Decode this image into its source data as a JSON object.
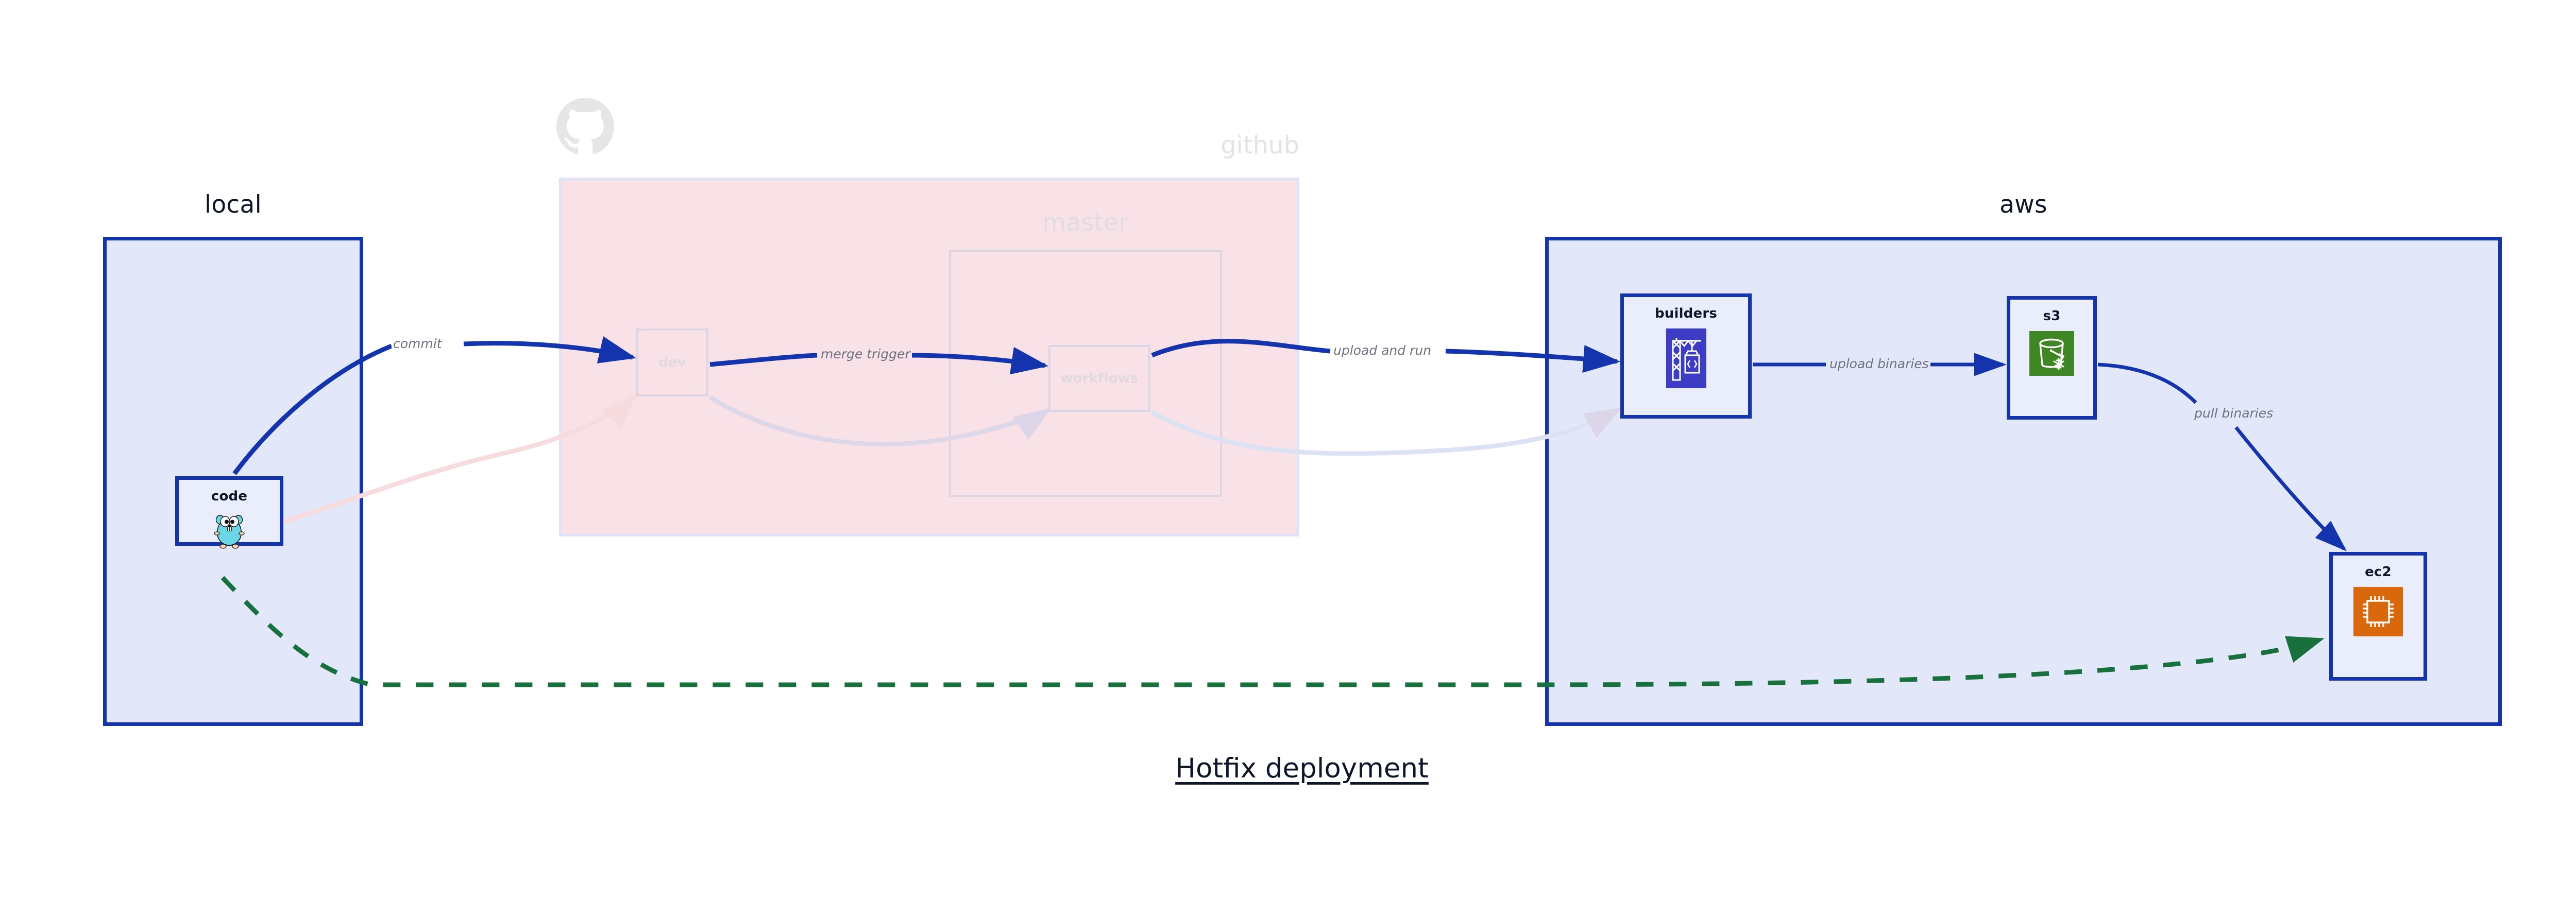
{
  "diagram": {
    "title": "Hotfix deployment",
    "colors": {
      "edge_blue": "#1434ad",
      "container_blue_fill": "#e2e7fa",
      "node_fill": "#eaeefc",
      "github_pink_fill": "#f8e2e7",
      "ghost_grey": "#ded7e3",
      "dashed_green": "#18713c",
      "label_grey": "#6e7180",
      "aws_builders_icon": "#3c3cc4",
      "aws_s3_icon": "#3f8624",
      "aws_ec2_icon": "#d9680d",
      "gopher_teal": "#6ad7e5"
    }
  },
  "clusters": [
    {
      "id": "local",
      "label": "local",
      "style": "solid"
    },
    {
      "id": "github",
      "label": "github",
      "style": "faded"
    },
    {
      "id": "master",
      "label": "master",
      "style": "faded"
    },
    {
      "id": "aws",
      "label": "aws",
      "style": "solid"
    }
  ],
  "nodes": [
    {
      "id": "code",
      "label": "code",
      "icon": "go-gopher-icon",
      "cluster": "local",
      "style": "solid"
    },
    {
      "id": "dev",
      "label": "dev",
      "icon": "none",
      "cluster": "github",
      "style": "faded"
    },
    {
      "id": "workflows",
      "label": "workflows",
      "icon": "none",
      "cluster": "master",
      "style": "faded"
    },
    {
      "id": "builders",
      "label": "builders",
      "icon": "aws-codebuild-icon",
      "cluster": "aws",
      "style": "solid"
    },
    {
      "id": "s3",
      "label": "s3",
      "icon": "aws-s3-glacier-icon",
      "cluster": "aws",
      "style": "solid"
    },
    {
      "id": "ec2",
      "label": "ec2",
      "icon": "aws-ec2-icon",
      "cluster": "aws",
      "style": "solid"
    }
  ],
  "edges": [
    {
      "id": "commit",
      "label": "commit",
      "from": "code",
      "to": "dev",
      "style": "solid-blue"
    },
    {
      "id": "merge-trigger",
      "label": "merge trigger",
      "from": "dev",
      "to": "workflows",
      "style": "solid-blue"
    },
    {
      "id": "upload-and-run",
      "label": "upload and run",
      "from": "workflows",
      "to": "builders",
      "style": "solid-blue"
    },
    {
      "id": "upload-binaries",
      "label": "upload binaries",
      "from": "builders",
      "to": "s3",
      "style": "solid-blue"
    },
    {
      "id": "pull-binaries",
      "label": "pull binaries",
      "from": "s3",
      "to": "ec2",
      "style": "solid-blue"
    },
    {
      "id": "hotfix-direct",
      "label": "",
      "from": "code",
      "to": "ec2",
      "style": "dashed-green"
    }
  ],
  "watermark": {
    "icon": "github-octocat-icon"
  }
}
